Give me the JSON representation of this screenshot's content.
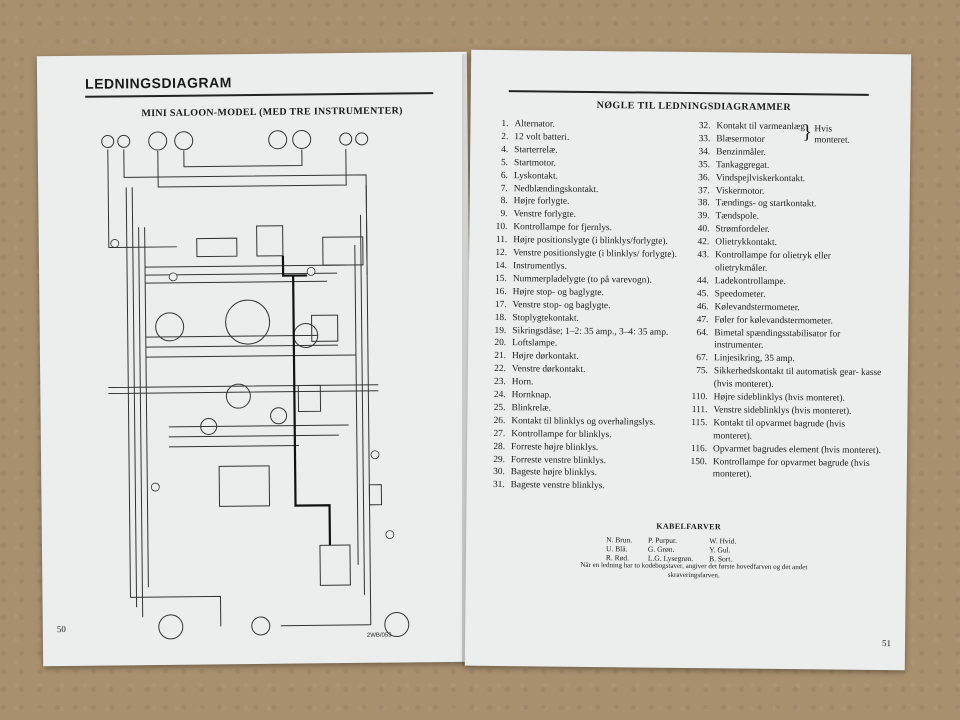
{
  "left_page": {
    "title": "LEDNINGSDIAGRAM",
    "subtitle": "MINI SALOON-MODEL (MED TRE INSTRUMENTER)",
    "page_number": "50",
    "diagram_code": "2WB/053"
  },
  "right_page": {
    "key_title": "NØGLE TIL LEDNINGSDIAGRAMMER",
    "page_number": "51",
    "key_col1": [
      {
        "n": "1.",
        "t": "Alternator."
      },
      {
        "n": "2.",
        "t": "12 volt batteri."
      },
      {
        "n": "4.",
        "t": "Starterrelæ."
      },
      {
        "n": "5.",
        "t": "Startmotor."
      },
      {
        "n": "6.",
        "t": "Lyskontakt."
      },
      {
        "n": "7.",
        "t": "Nedblændingskontakt."
      },
      {
        "n": "8.",
        "t": "Højre forlygte."
      },
      {
        "n": "9.",
        "t": "Venstre forlygte."
      },
      {
        "n": "10.",
        "t": "Kontrollampe for fjernlys."
      },
      {
        "n": "11.",
        "t": "Højre positionslygte (i blinklys/forlygte)."
      },
      {
        "n": "12.",
        "t": "Venstre positionslygte (i blinklys/ forlygte)."
      },
      {
        "n": "14.",
        "t": "Instrumentlys."
      },
      {
        "n": "15.",
        "t": "Nummerpladelygte (to på varevogn)."
      },
      {
        "n": "16.",
        "t": "Højre stop- og baglygte."
      },
      {
        "n": "17.",
        "t": "Venstre stop- og baglygte."
      },
      {
        "n": "18.",
        "t": "Stoplygtekontakt."
      },
      {
        "n": "19.",
        "t": "Sikringsdåse; 1–2: 35 amp., 3–4: 35 amp."
      },
      {
        "n": "20.",
        "t": "Loftslampe."
      },
      {
        "n": "21.",
        "t": "Højre dørkontakt."
      },
      {
        "n": "22.",
        "t": "Venstre dørkontakt."
      },
      {
        "n": "23.",
        "t": "Horn."
      },
      {
        "n": "24.",
        "t": "Hornknap."
      },
      {
        "n": "25.",
        "t": "Blinkrelæ."
      },
      {
        "n": "26.",
        "t": "Kontakt til blinklys og overhalingslys."
      },
      {
        "n": "27.",
        "t": "Kontrollampe for blinklys."
      },
      {
        "n": "28.",
        "t": "Forreste højre blinklys."
      },
      {
        "n": "29.",
        "t": "Forreste venstre blinklys."
      },
      {
        "n": "30.",
        "t": "Bageste højre blinklys."
      },
      {
        "n": "31.",
        "t": "Bageste venstre blinklys."
      }
    ],
    "key_col2": [
      {
        "n": "32.",
        "t": "Kontakt til varmeanlæg"
      },
      {
        "n": "33.",
        "t": "Blæsermotor"
      },
      {
        "n": "34.",
        "t": "Benzinmåler."
      },
      {
        "n": "35.",
        "t": "Tankaggregat."
      },
      {
        "n": "36.",
        "t": "Vindspejlviskerkontakt."
      },
      {
        "n": "37.",
        "t": "Viskermotor."
      },
      {
        "n": "38.",
        "t": "Tændings- og startkontakt."
      },
      {
        "n": "39.",
        "t": "Tændspole."
      },
      {
        "n": "40.",
        "t": "Strømfordeler."
      },
      {
        "n": "42.",
        "t": "Olietrykkontakt."
      },
      {
        "n": "43.",
        "t": "Kontrollampe for olietryk eller olietrykmåler."
      },
      {
        "n": "44.",
        "t": "Ladekontrollampe."
      },
      {
        "n": "45.",
        "t": "Speedometer."
      },
      {
        "n": "46.",
        "t": "Kølevandstermometer."
      },
      {
        "n": "47.",
        "t": "Føler for kølevandstermometer."
      },
      {
        "n": "64.",
        "t": "Bimetal spændingsstabilisator for instrumenter."
      },
      {
        "n": "67.",
        "t": "Linjesikring, 35 amp."
      },
      {
        "n": "75.",
        "t": "Sikkerhedskontakt til automatisk gear- kasse (hvis monteret)."
      },
      {
        "n": "110.",
        "t": "Højre sideblinklys (hvis monteret)."
      },
      {
        "n": "111.",
        "t": "Venstre sideblinklys (hvis monteret)."
      },
      {
        "n": "115.",
        "t": "Kontakt til opvarmet bagrude (hvis monteret)."
      },
      {
        "n": "116.",
        "t": "Opvarmet bagrudes element (hvis monteret)."
      },
      {
        "n": "150.",
        "t": "Kontrollampe for opvarmet bagrude (hvis monteret)."
      }
    ],
    "brace_note": "Hvis monteret.",
    "cable_title": "KABELFARVER",
    "cable_colors_col1": [
      "N. Brun.",
      "U. Blå.",
      "R. Rød."
    ],
    "cable_colors_col2": [
      "P. Purpur.",
      "G. Grøn.",
      "L.G. Lysegrøn."
    ],
    "cable_colors_col3": [
      "W. Hvid.",
      "Y. Gul.",
      "B. Sort."
    ],
    "cable_note": "Når en ledning har to kodebogstaver, angiver det første hovedfarven og det andet skraveringsfarven."
  }
}
